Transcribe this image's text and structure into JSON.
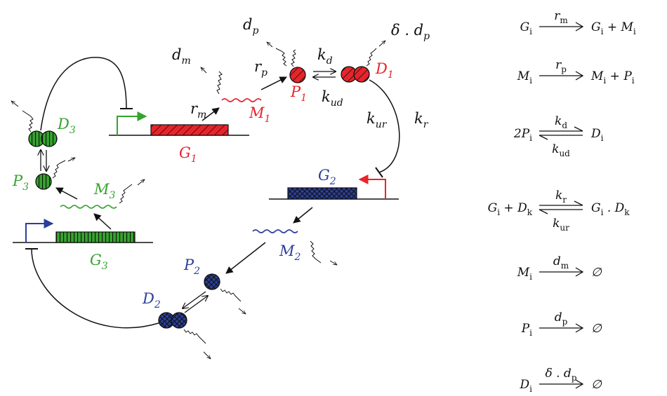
{
  "colors": {
    "g1": "#e8242b",
    "g2": "#2a3f9a",
    "g3": "#35a32e",
    "ink": "#111111"
  },
  "network": {
    "g1": {
      "gene": "G",
      "gene_sub": "1",
      "mrna": "M",
      "mrna_sub": "1",
      "protein": "P",
      "protein_sub": "1",
      "dimer": "D",
      "dimer_sub": "1"
    },
    "g2": {
      "gene": "G",
      "gene_sub": "2",
      "mrna": "M",
      "mrna_sub": "2",
      "protein": "P",
      "protein_sub": "2",
      "dimer": "D",
      "dimer_sub": "2"
    },
    "g3": {
      "gene": "G",
      "gene_sub": "3",
      "mrna": "M",
      "mrna_sub": "3",
      "protein": "P",
      "protein_sub": "3",
      "dimer": "D",
      "dimer_sub": "3"
    },
    "rates": {
      "dm": {
        "main": "d",
        "sub": "m"
      },
      "dp": {
        "main": "d",
        "sub": "p"
      },
      "delta_dp": {
        "prefix": "δ . ",
        "main": "d",
        "sub": "p"
      },
      "rm": {
        "main": "r",
        "sub": "m"
      },
      "rp": {
        "main": "r",
        "sub": "p"
      },
      "kd": {
        "main": "k",
        "sub": "d"
      },
      "kud": {
        "main": "k",
        "sub": "ud"
      },
      "kur": {
        "main": "k",
        "sub": "ur"
      },
      "kr": {
        "main": "k",
        "sub": "r"
      }
    }
  },
  "reactions": [
    {
      "left": "G",
      "left_sub": "i",
      "right": "G",
      "right_sub": "i",
      "right_extra": " + M",
      "right_extra_sub": "i",
      "rate": "r",
      "rate_sub": "m",
      "rate2": "",
      "rate2_sub": "",
      "reversible": false
    },
    {
      "left": "M",
      "left_sub": "i",
      "right": "M",
      "right_sub": "i",
      "right_extra": " + P",
      "right_extra_sub": "i",
      "rate": "r",
      "rate_sub": "p",
      "rate2": "",
      "rate2_sub": "",
      "reversible": false
    },
    {
      "left": "2P",
      "left_sub": "i",
      "right": "D",
      "right_sub": "i",
      "right_extra": "",
      "right_extra_sub": "",
      "rate": "k",
      "rate_sub": "d",
      "rate2": "k",
      "rate2_sub": "ud",
      "reversible": true
    },
    {
      "left": "G",
      "left_sub": "i",
      "left_extra": " + D",
      "left_extra_sub": "k",
      "right": "G",
      "right_sub": "i",
      "right_extra": " . D",
      "right_extra_sub": "k",
      "rate": "k",
      "rate_sub": "r",
      "rate2": "k",
      "rate2_sub": "ur",
      "reversible": true
    },
    {
      "left": "M",
      "left_sub": "i",
      "right": "∅",
      "right_sub": "",
      "right_extra": "",
      "right_extra_sub": "",
      "rate": "d",
      "rate_sub": "m",
      "rate2": "",
      "rate2_sub": "",
      "reversible": false
    },
    {
      "left": "P",
      "left_sub": "i",
      "right": "∅",
      "right_sub": "",
      "right_extra": "",
      "right_extra_sub": "",
      "rate": "d",
      "rate_sub": "p",
      "rate2": "",
      "rate2_sub": "",
      "reversible": false
    },
    {
      "left": "D",
      "left_sub": "i",
      "right": "∅",
      "right_sub": "",
      "right_extra": "",
      "right_extra_sub": "",
      "rate": "δ . d",
      "rate_sub": "p",
      "rate2": "",
      "rate2_sub": "",
      "reversible": false
    }
  ]
}
